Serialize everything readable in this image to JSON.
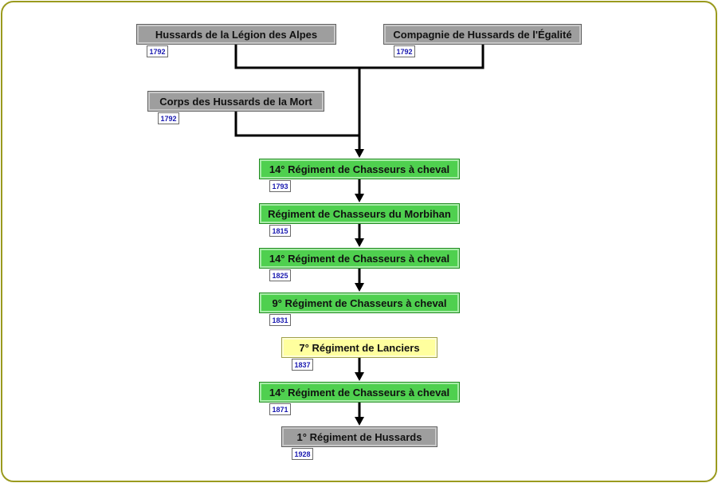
{
  "nodes": [
    {
      "id": "n1",
      "label": "Hussards de la Légion des Alpes",
      "year": "1792",
      "style": "gray"
    },
    {
      "id": "n2",
      "label": "Compagnie de Hussards de l'Égalité",
      "year": "1792",
      "style": "gray"
    },
    {
      "id": "n3",
      "label": "Corps des Hussards de la Mort",
      "year": "1792",
      "style": "gray"
    },
    {
      "id": "n4",
      "label": "14° Régiment de Chasseurs à cheval",
      "year": "1793",
      "style": "green"
    },
    {
      "id": "n5",
      "label": "Régiment de Chasseurs du Morbihan",
      "year": "1815",
      "style": "green"
    },
    {
      "id": "n6",
      "label": "14° Régiment de Chasseurs à cheval",
      "year": "1825",
      "style": "green"
    },
    {
      "id": "n7",
      "label": "9° Régiment de Chasseurs à cheval",
      "year": "1831",
      "style": "green"
    },
    {
      "id": "n8",
      "label": "7° Régiment de Lanciers",
      "year": "1837",
      "style": "yellow"
    },
    {
      "id": "n9",
      "label": "14° Régiment de Chasseurs à cheval",
      "year": "1871",
      "style": "green"
    },
    {
      "id": "n10",
      "label": "1° Régiment de Hussards",
      "year": "1928",
      "style": "gray"
    }
  ],
  "edges": [
    {
      "from": "n1",
      "to": "n4"
    },
    {
      "from": "n2",
      "to": "n4"
    },
    {
      "from": "n3",
      "to": "n4"
    },
    {
      "from": "n4",
      "to": "n5"
    },
    {
      "from": "n5",
      "to": "n6"
    },
    {
      "from": "n6",
      "to": "n7"
    },
    {
      "from": "n8",
      "to": "n9"
    },
    {
      "from": "n9",
      "to": "n10"
    }
  ],
  "colors": {
    "frame": "#9a9a1e",
    "gray": "#9e9e9e",
    "green": "#4fd04f",
    "yellow": "#ffff9e",
    "year_text": "#1a1ab0",
    "edge": "#000000"
  }
}
